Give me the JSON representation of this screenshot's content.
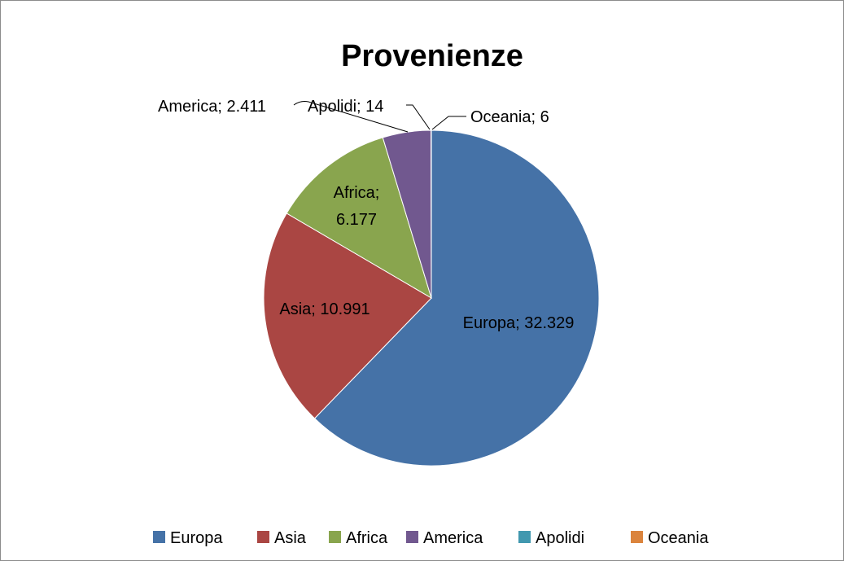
{
  "chart_data": {
    "type": "pie",
    "title": "Provenienze",
    "categories": [
      "Europa",
      "Asia",
      "Africa",
      "America",
      "Apolidi",
      "Oceania"
    ],
    "values": [
      32329,
      10991,
      6177,
      2411,
      14,
      6
    ],
    "data_labels": [
      "Europa; 32.329",
      "Asia; 10.991",
      "Africa; 6.177",
      "America; 2.411",
      "Apolidi; 14",
      "Oceania; 6"
    ],
    "colors": [
      "#4572A7",
      "#AA4643",
      "#89A54E",
      "#71588F",
      "#4198AF",
      "#DB843D"
    ],
    "legend": "bottom",
    "start_angle": "top",
    "direction": "clockwise"
  }
}
